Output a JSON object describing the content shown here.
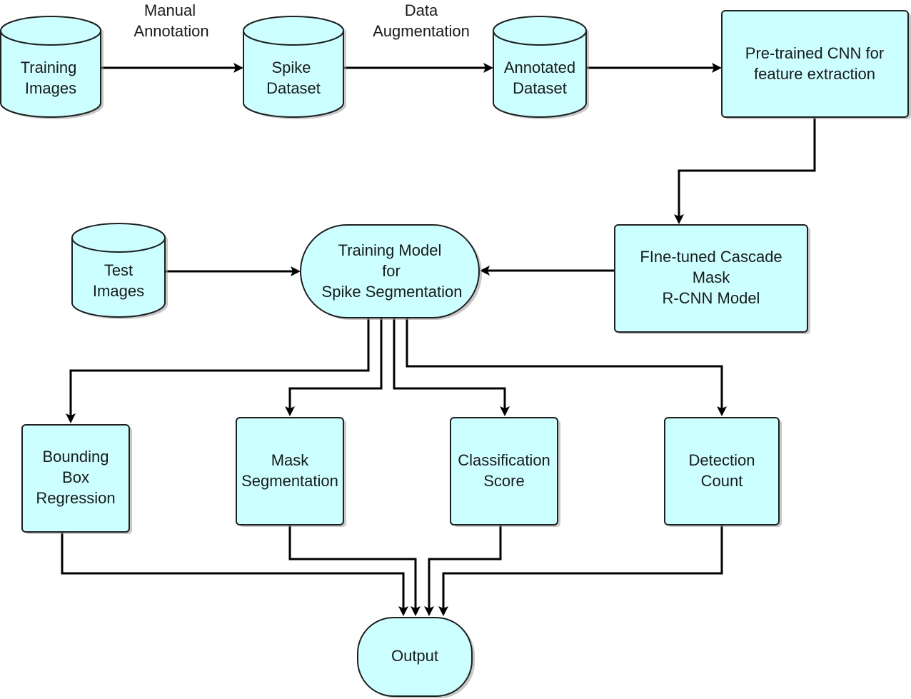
{
  "nodes": {
    "training_images": {
      "line1": "Training",
      "line2": "Images"
    },
    "spike_dataset": {
      "line1": "Spike",
      "line2": "Dataset"
    },
    "annotated_dataset": {
      "line1": "Annotated",
      "line2": "Dataset"
    },
    "pretrained_cnn": {
      "line1": "Pre-trained CNN for",
      "line2": "feature extraction"
    },
    "finetuned_model": {
      "line1": "FIne-tuned Cascade",
      "line2": "Mask",
      "line3": "R-CNN Model"
    },
    "test_images": {
      "line1": "Test",
      "line2": "Images"
    },
    "training_model": {
      "line1": "Training Model",
      "line2": "for",
      "line3": "Spike Segmentation"
    },
    "bbox_regression": {
      "line1": "Bounding",
      "line2": "Box",
      "line3": "Regression"
    },
    "mask_segmentation": {
      "line1": "Mask",
      "line2": "Segmentation"
    },
    "classification_score": {
      "line1": "Classification",
      "line2": "Score"
    },
    "detection_count": {
      "line1": "Detection",
      "line2": "Count"
    },
    "output": {
      "line1": "Output"
    }
  },
  "edge_labels": {
    "manual_annotation": {
      "line1": "Manual",
      "line2": "Annotation"
    },
    "data_augmentation": {
      "line1": "Data",
      "line2": "Augmentation"
    }
  }
}
